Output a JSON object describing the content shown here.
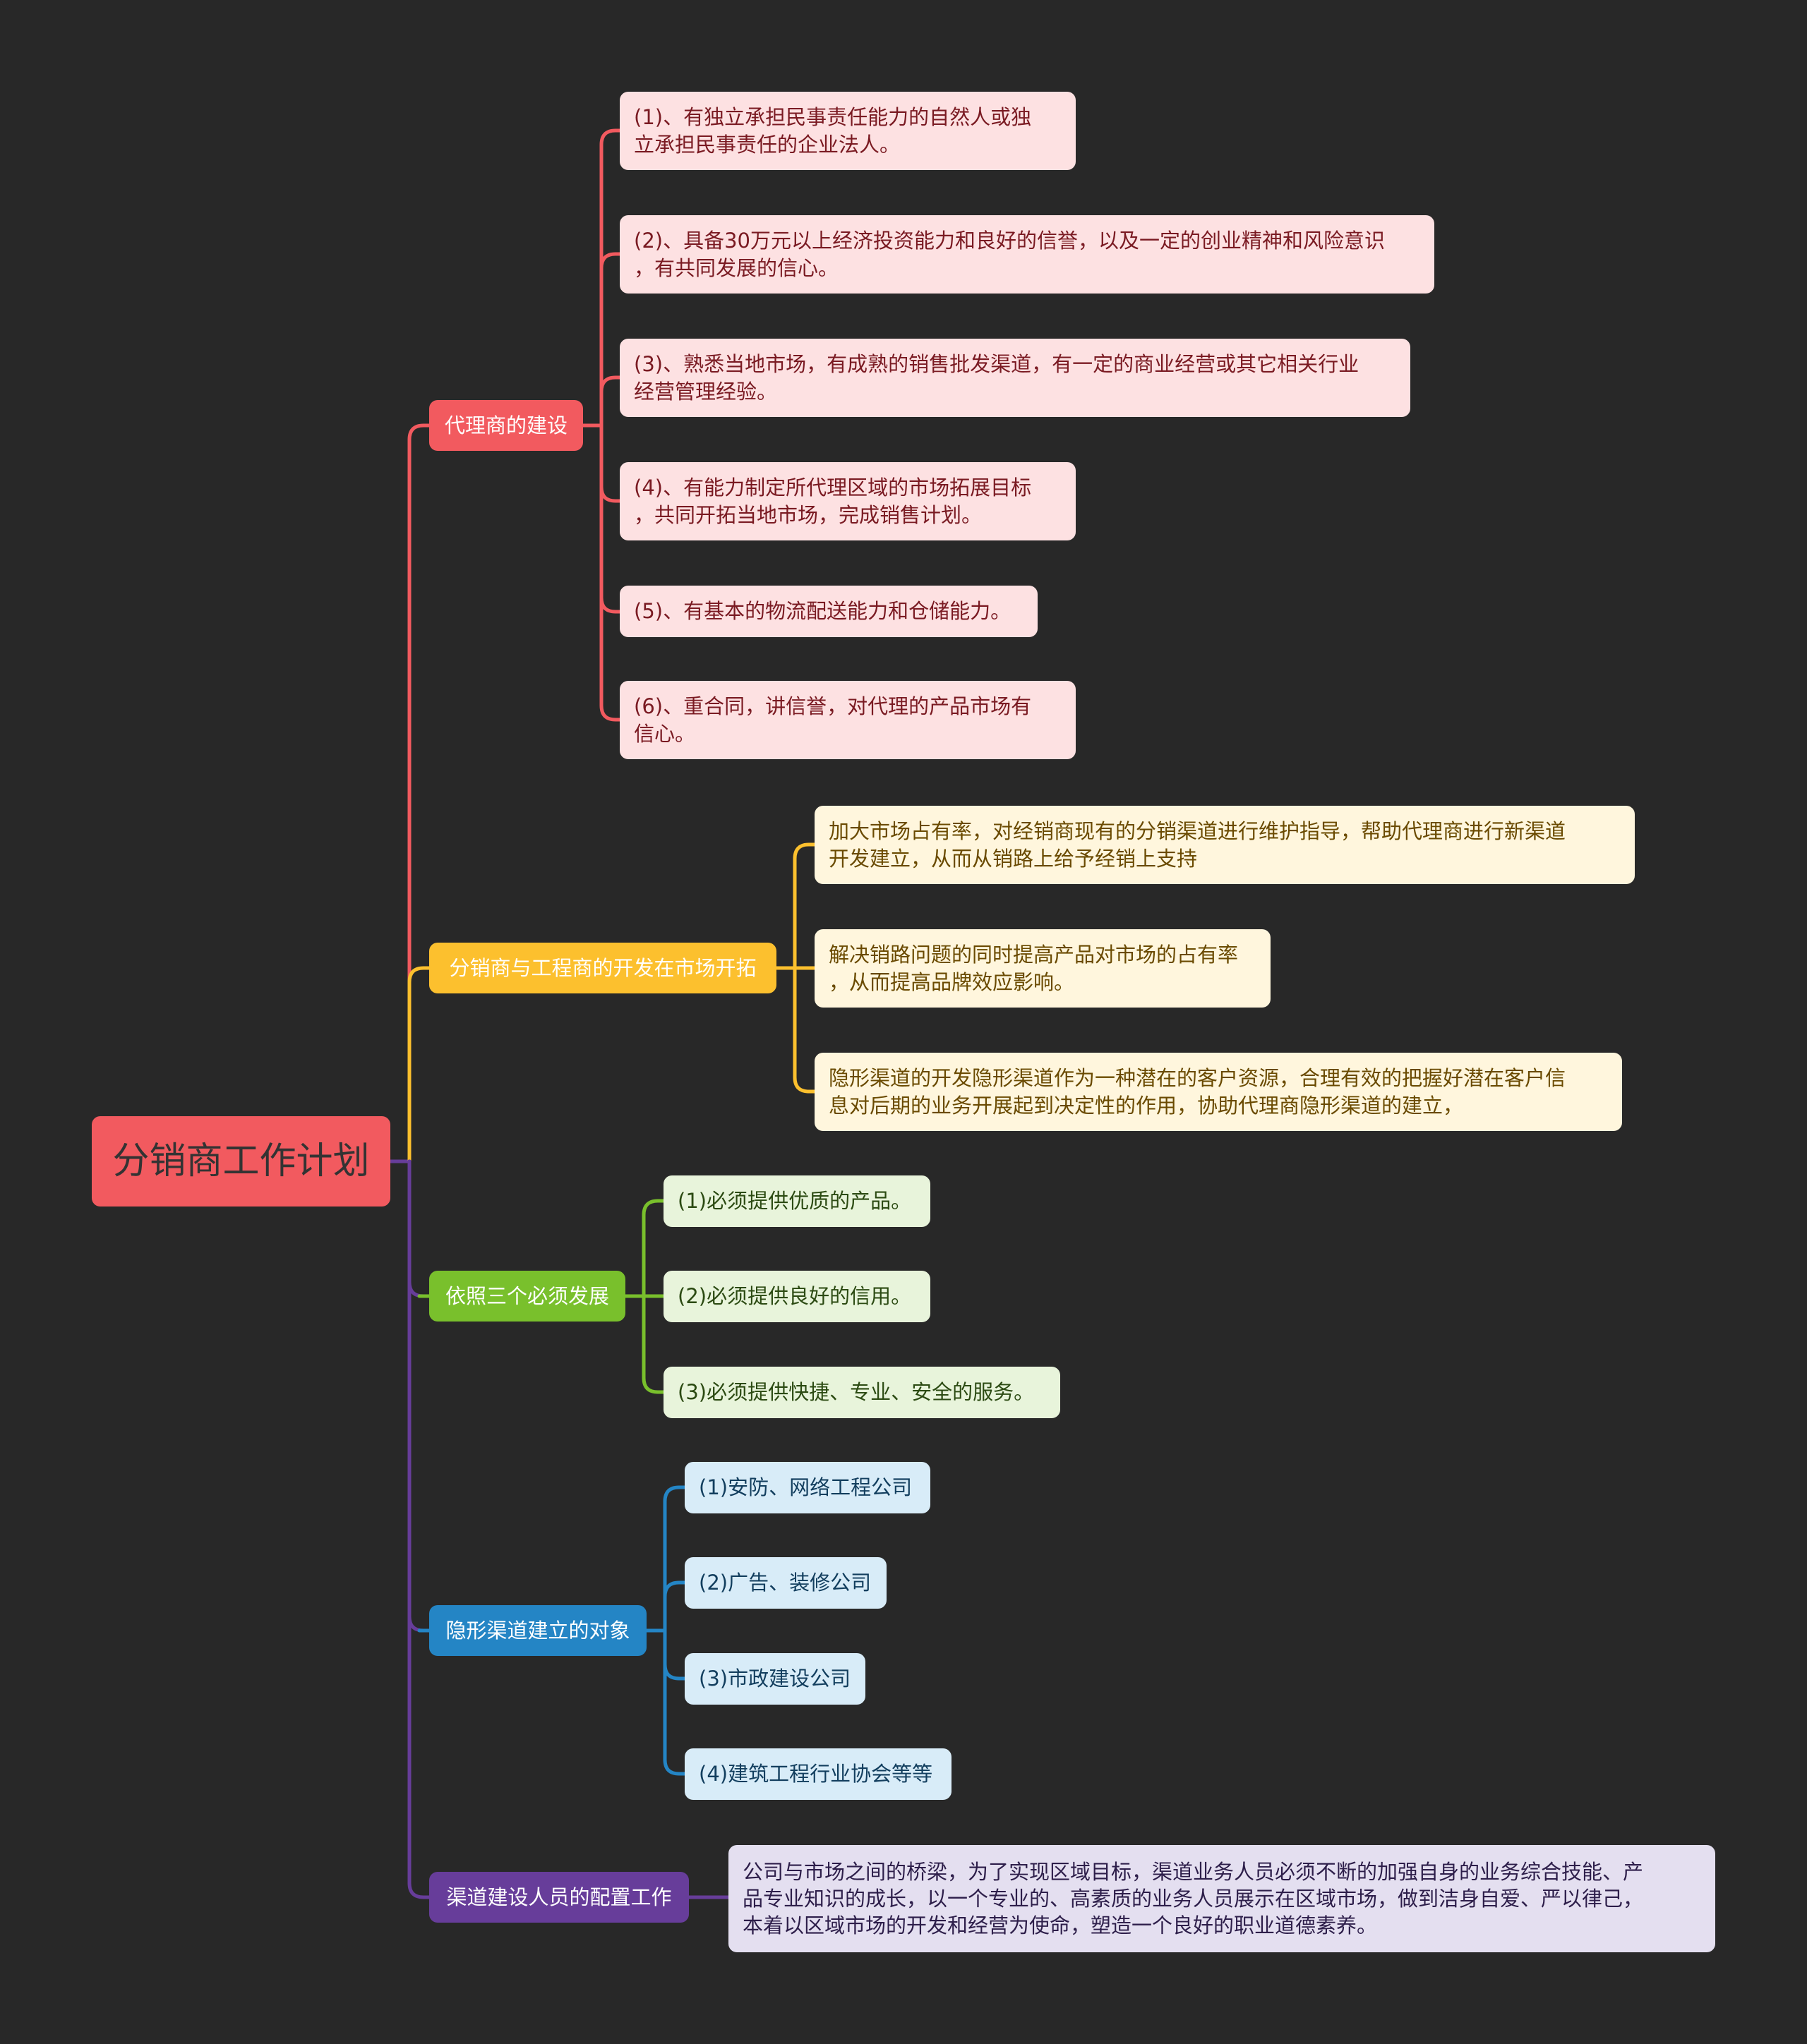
{
  "root": {
    "label": "分销商工作计划"
  },
  "branches": [
    {
      "label": "代理商的建设",
      "color": "#f25a5f",
      "children": [
        "(1)、有独立承担民事责任能力的自然人或独\n立承担民事责任的企业法人。",
        "(2)、具备30万元以上经济投资能力和良好的信誉，以及一定的创业精神和风险意识\n，有共同发展的信心。",
        "(3)、熟悉当地市场，有成熟的销售批发渠道，有一定的商业经营或其它相关行业\n经营管理经验。",
        "(4)、有能力制定所代理区域的市场拓展目标\n，共同开拓当地市场，完成销售计划。",
        "(5)、有基本的物流配送能力和仓储能力。",
        "(6)、重合同，讲信誉，对代理的产品市场有\n信心。"
      ]
    },
    {
      "label": "分销商与工程商的开发在市场开拓",
      "color": "#fcc02e",
      "children": [
        "加大市场占有率，对经销商现有的分销渠道进行维护指导，帮助代理商进行新渠道\n开发建立，从而从销路上给予经销上支持",
        "解决销路问题的同时提高产品对市场的占有率\n，从而提高品牌效应影响。",
        "隐形渠道的开发隐形渠道作为一种潜在的客户资源，合理有效的把握好潜在客户信\n息对后期的业务开展起到决定性的作用，协助代理商隐形渠道的建立，"
      ]
    },
    {
      "label": "依照三个必须发展",
      "color": "#79c02c",
      "children": [
        "(1)必须提供优质的产品。",
        "(2)必须提供良好的信用。",
        "(3)必须提供快捷、专业、安全的服务。"
      ]
    },
    {
      "label": "隐形渠道建立的对象",
      "color": "#2485c5",
      "children": [
        "(1)安防、网络工程公司",
        "(2)广告、装修公司",
        "(3)市政建设公司",
        "(4)建筑工程行业协会等等"
      ]
    },
    {
      "label": "渠道建设人员的配置工作",
      "color": "#673d9a",
      "children": [
        "公司与市场之间的桥梁，为了实现区域目标，渠道业务人员必须不断的加强自身的业务综合技能、产\n品专业知识的成长，以一个专业的、高素质的业务人员展示在区域市场，做到洁身自爱、严以律己，\n本着以区域市场的开发和经营为使命，塑造一个良好的职业道德素养。"
      ]
    }
  ]
}
